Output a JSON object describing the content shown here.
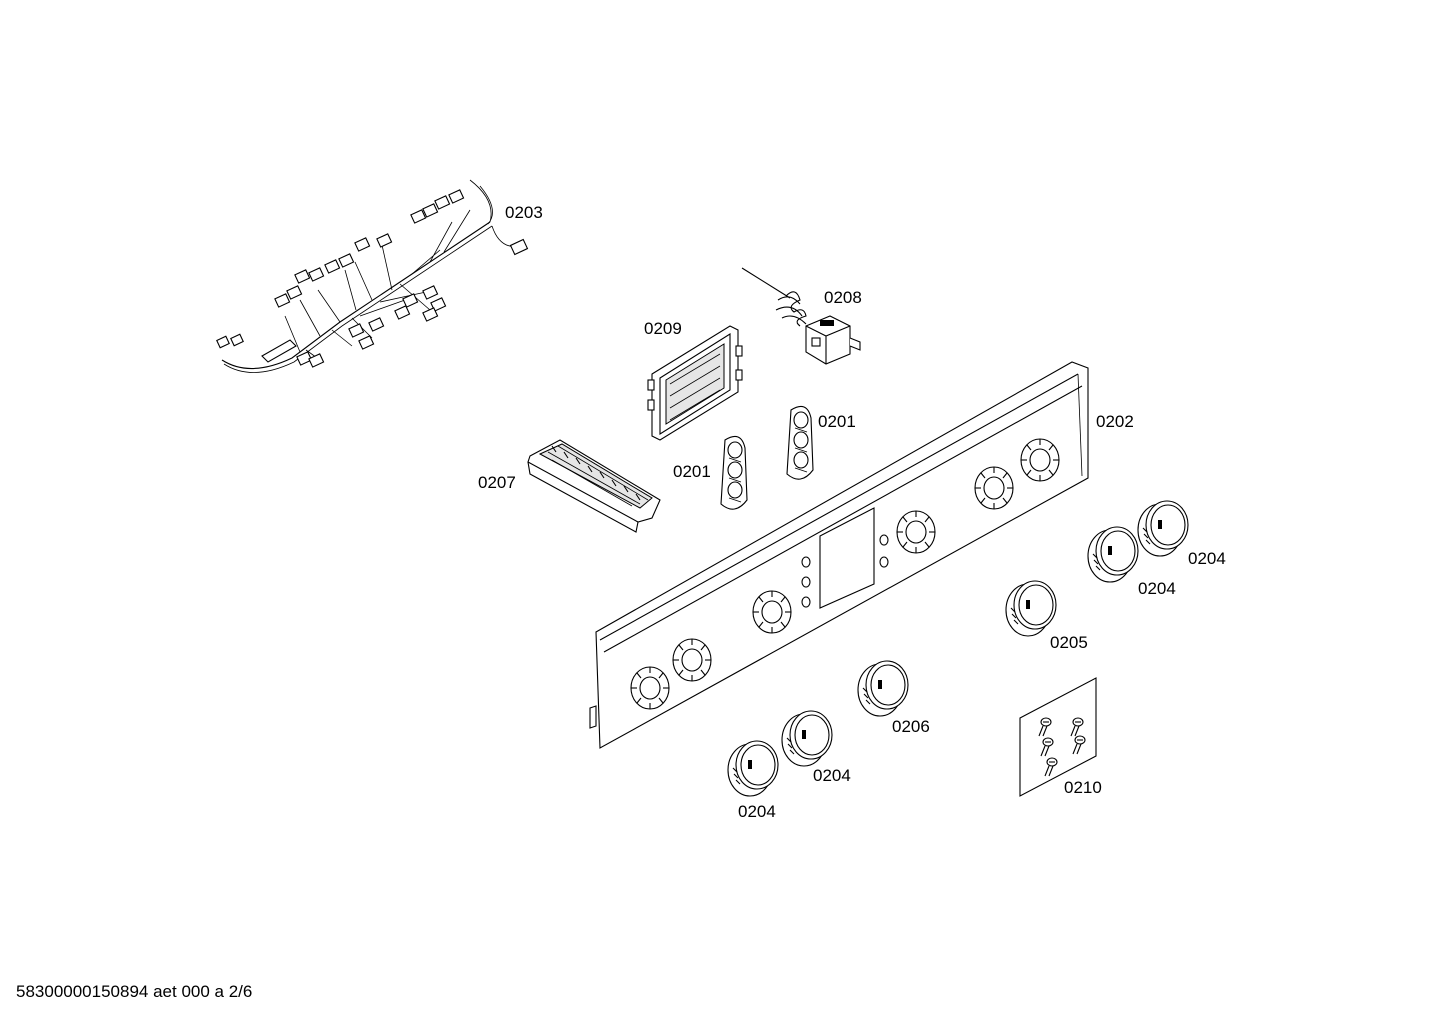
{
  "footer": {
    "drawing_id": "58300000150894 aet 000 a 2/6"
  },
  "labels": {
    "p0203": "0203",
    "p0208": "0208",
    "p0209": "0209",
    "p0201a": "0201",
    "p0201b": "0201",
    "p0202": "0202",
    "p0207": "0207",
    "p0204a": "0204",
    "p0204b": "0204",
    "p0204c": "0204",
    "p0204d": "0204",
    "p0205": "0205",
    "p0206": "0206",
    "p0210": "0210"
  }
}
